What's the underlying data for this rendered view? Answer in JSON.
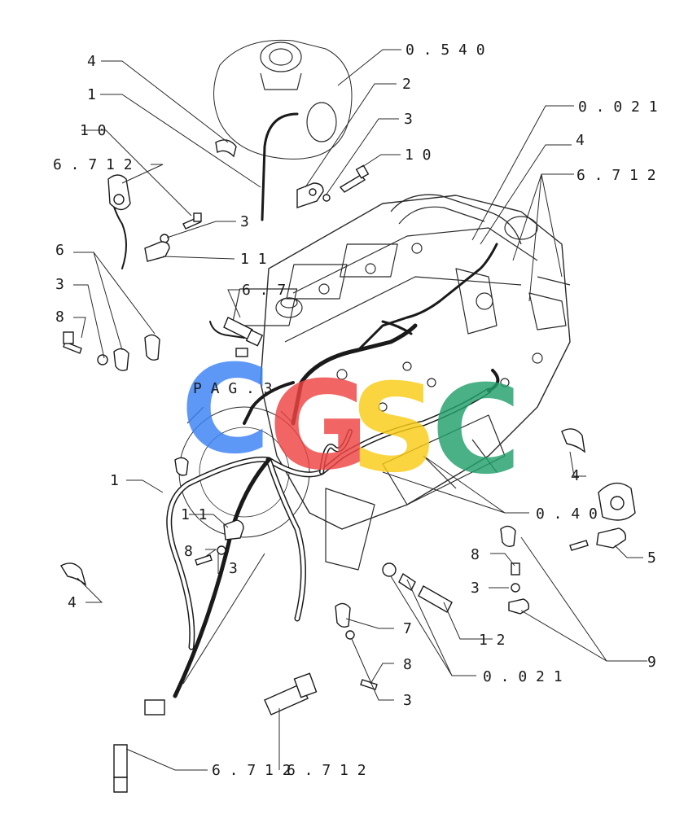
{
  "callouts": {
    "c1": "0 . 5 4 0",
    "c2": "4",
    "c3": "1",
    "c4": "2",
    "c5": "3",
    "c6": "1 0",
    "c7": "1 0",
    "c8": "6 . 7 1 2",
    "c9": "3",
    "c10": "1 1",
    "c11": "0 . 0 2 1",
    "c12": "4",
    "c13": "6 . 7 1 2",
    "c14": "6",
    "c15": "3",
    "c16": "8",
    "c17": "6 . 7",
    "c18": "P A G . 3",
    "c19": "1",
    "c20": "1 1",
    "c21": "8",
    "c22": "3",
    "c23": "4",
    "c24": "4",
    "c25": "0 . 4 0",
    "c26": "5",
    "c27": "8",
    "c28": "3",
    "c29": "1 2",
    "c30": "9",
    "c31": "7",
    "c32": "8",
    "c33": "0 . 0 2 1",
    "c34": "3",
    "c35": "6 . 7 1 2",
    "c36": "6 . 7 1 2"
  },
  "watermark": {
    "text": "CGSC",
    "colors": [
      "#3b82f6",
      "#ef4444",
      "#facc15",
      "#22a06b"
    ]
  }
}
